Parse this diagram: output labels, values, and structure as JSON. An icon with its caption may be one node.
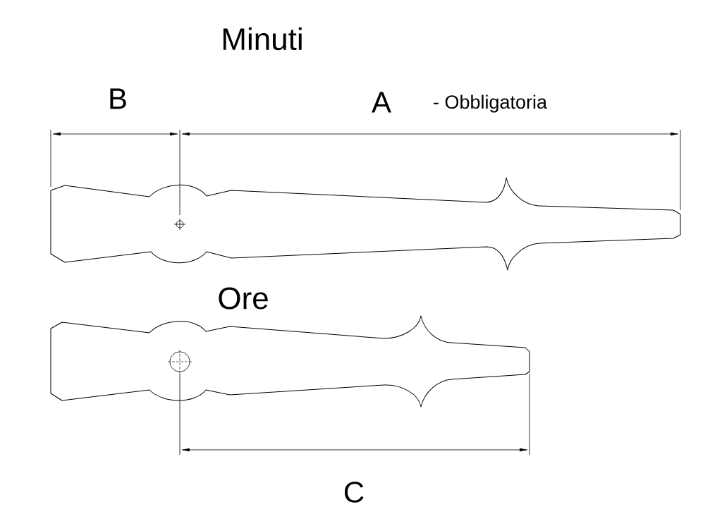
{
  "diagram": {
    "labels": [
      "Minuti",
      "B",
      "A",
      "- Obbligatoria",
      "Ore",
      "C"
    ]
  }
}
